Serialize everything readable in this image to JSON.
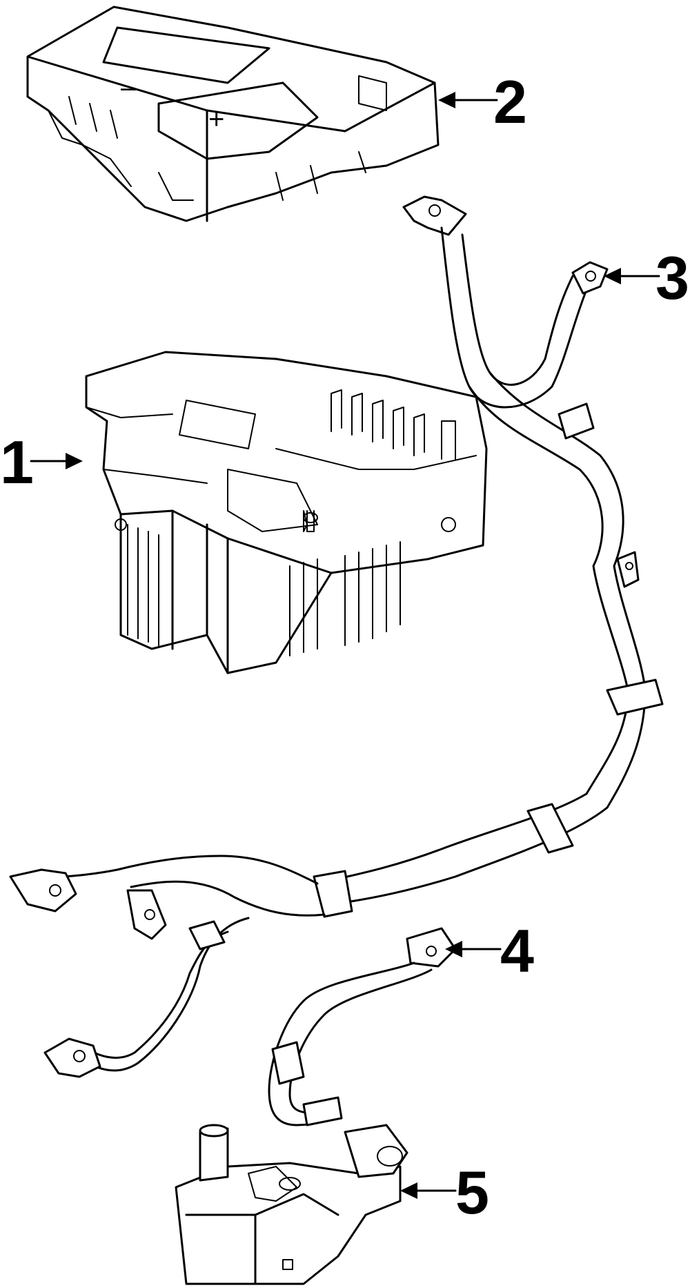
{
  "callouts": [
    {
      "id": "1",
      "label": "1"
    },
    {
      "id": "2",
      "label": "2"
    },
    {
      "id": "3",
      "label": "3"
    },
    {
      "id": "4",
      "label": "4"
    },
    {
      "id": "5",
      "label": "5"
    }
  ],
  "cover_symbols": {
    "negative": "–",
    "positive": "+"
  }
}
